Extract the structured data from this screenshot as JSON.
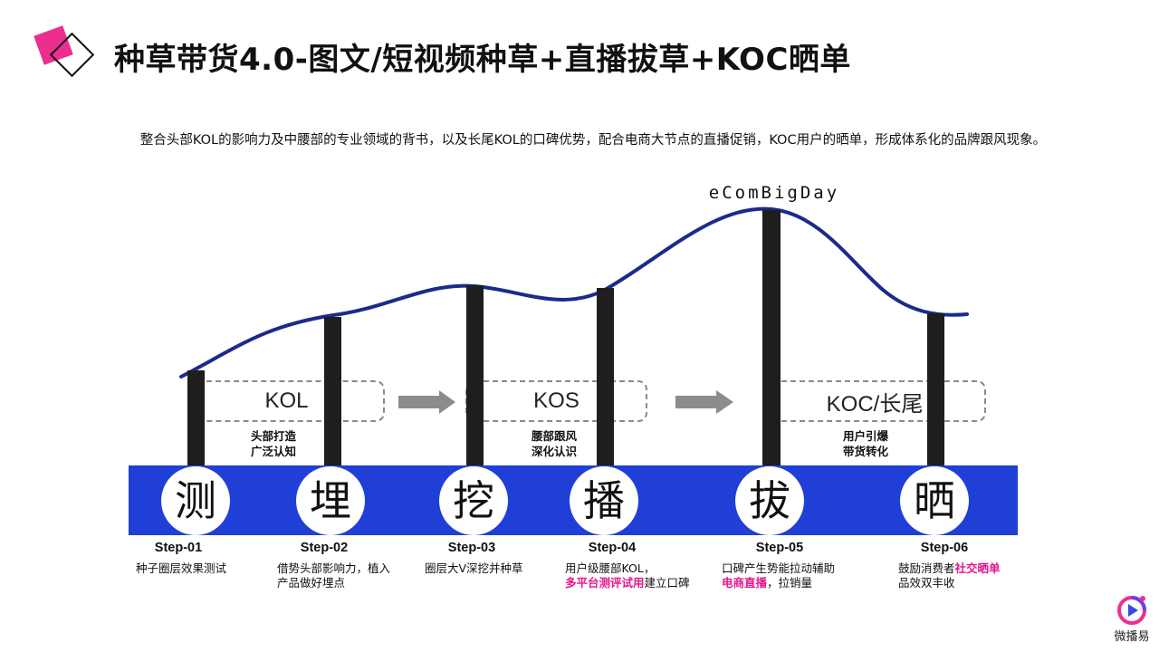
{
  "header": {
    "title": "种草带货4.0-图文/短视频种草+直播拔草+KOC晒单",
    "subtitle": "整合头部KOL的影响力及中腰部的专业领域的背书，以及长尾KOL的口碑优势，配合电商大节点的直播促销，KOC用户的晒单，形成体系化的品牌跟风现象。"
  },
  "event_label": "eComBigDay",
  "stages": [
    {
      "label": "KOL",
      "desc_line1": "头部打造",
      "desc_line2": "广泛认知"
    },
    {
      "label": "KOS",
      "desc_line1": "腰部跟风",
      "desc_line2": "深化认识"
    },
    {
      "label": "KOC/长尾",
      "desc_line1": "用户引爆",
      "desc_line2": "带货转化"
    }
  ],
  "steps": [
    {
      "char": "测",
      "title": "Step-01",
      "desc_line1": "种子圈层效果测试",
      "desc_line2": "",
      "desc_line2_hl": "",
      "desc_line2_rest": ""
    },
    {
      "char": "埋",
      "title": "Step-02",
      "desc_line1": "借势头部影响力，植入",
      "desc_line2": "产品做好埋点",
      "desc_line2_hl": "",
      "desc_line2_rest": ""
    },
    {
      "char": "挖",
      "title": "Step-03",
      "desc_line1": "圈层大V深挖并种草",
      "desc_line2": "",
      "desc_line2_hl": "",
      "desc_line2_rest": ""
    },
    {
      "char": "播",
      "title": "Step-04",
      "desc_line1": "用户级腰部KOL，",
      "desc_line2": "",
      "desc_line2_hl": "多平台测评试用",
      "desc_line2_rest": "建立口碑"
    },
    {
      "char": "拔",
      "title": "Step-05",
      "desc_line1": "口碑产生势能拉动辅助",
      "desc_line2": "",
      "desc_line2_hl": "电商直播",
      "desc_line2_rest": "，拉销量"
    },
    {
      "char": "晒",
      "title": "Step-06",
      "desc_line1": "鼓励消费者",
      "desc_line1_hl": "社交晒单",
      "desc_line2": "品效双丰收",
      "desc_line2_hl": "",
      "desc_line2_rest": ""
    }
  ],
  "brand": {
    "name": "微播易",
    "icon": "play-logo-icon"
  },
  "colors": {
    "band": "#1f3fd6",
    "highlight": "#e5168d",
    "accent_pink": "#ec2f8e"
  }
}
